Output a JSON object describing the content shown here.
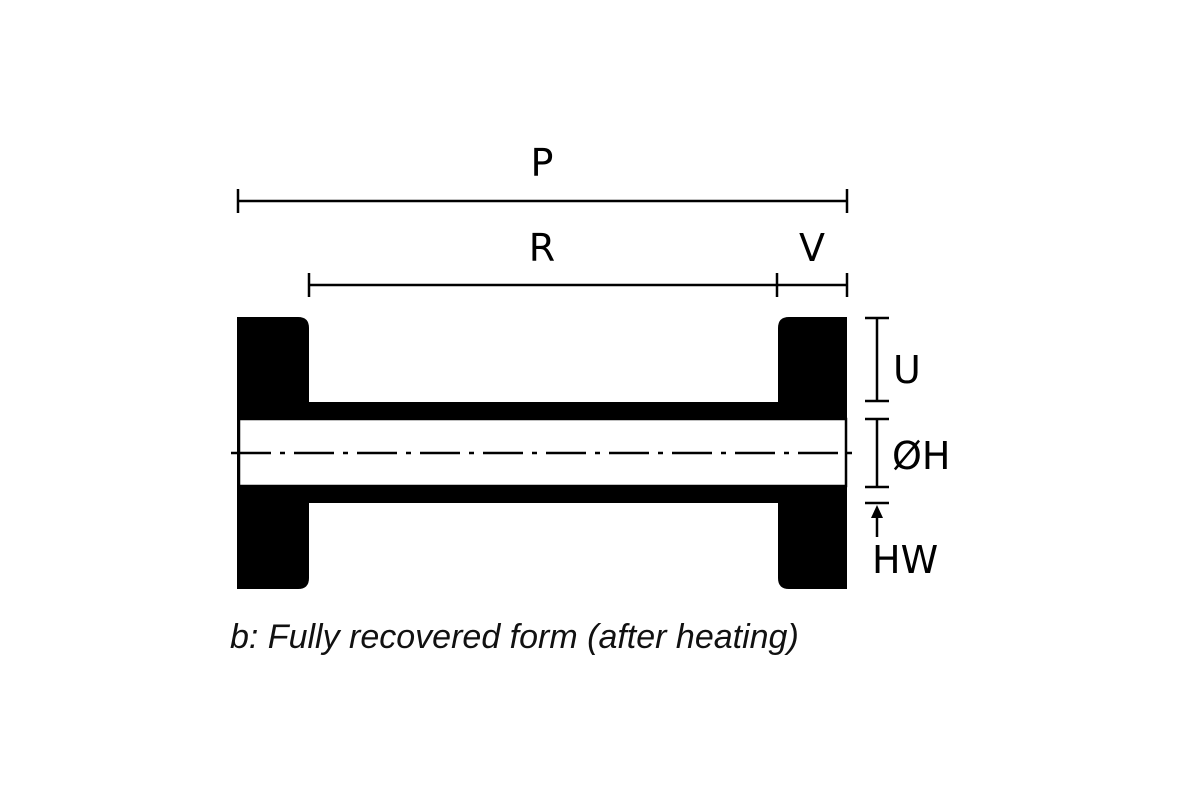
{
  "colors": {
    "ink": "#000000",
    "background": "#ffffff"
  },
  "labels": {
    "overall_length": "P",
    "inner_length": "R",
    "flange_width": "V",
    "flange_height": "U",
    "inner_diameter": "ØH",
    "wall_thickness": "HW"
  },
  "caption": "b: Fully recovered form (after heating)"
}
